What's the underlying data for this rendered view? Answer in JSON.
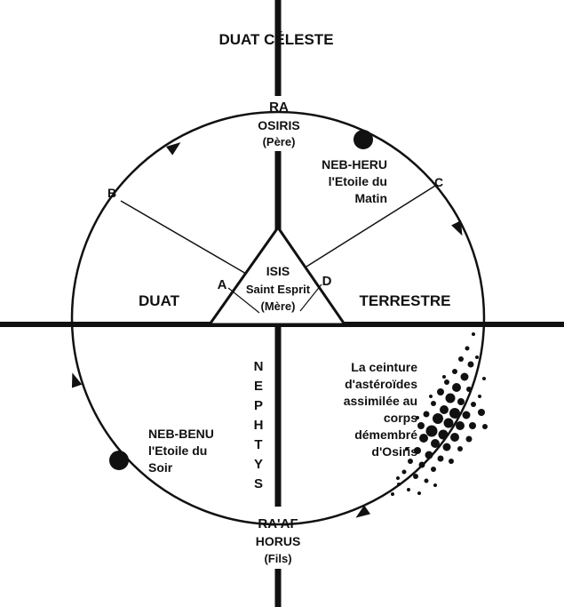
{
  "top_title": "DUAT CÉLESTE",
  "top_node": {
    "line1": "RA",
    "line2": "OSIRIS",
    "line3": "(Père)"
  },
  "bottom_node": {
    "line1": "RA'AF",
    "line2": "HORUS",
    "line3": "(Fils)"
  },
  "left_region": "DUAT",
  "right_region": "TERRESTRE",
  "center": {
    "line1": "ISIS",
    "line2": "Saint Esprit",
    "line3": "(Mère)"
  },
  "points": {
    "a": "A",
    "b": "B",
    "c": "C",
    "d": "D"
  },
  "neb_heru": {
    "line1": "NEB-HERU",
    "line2": "l'Etoile du",
    "line3": "Matin"
  },
  "neb_benu": {
    "line1": "NEB-BENU",
    "line2": "l'Etoile du",
    "line3": "Soir"
  },
  "nephthys_letters": [
    "N",
    "E",
    "P",
    "H",
    "T",
    "Y",
    "S"
  ],
  "asteroids": {
    "line1": "La ceinture",
    "line2": "d'astéroïdes",
    "line3": "assimilée au",
    "line4": "corps",
    "line5": "démembré",
    "line6": "d'Osiris"
  },
  "colors": {
    "ink": "#111111",
    "background": "#ffffff"
  }
}
